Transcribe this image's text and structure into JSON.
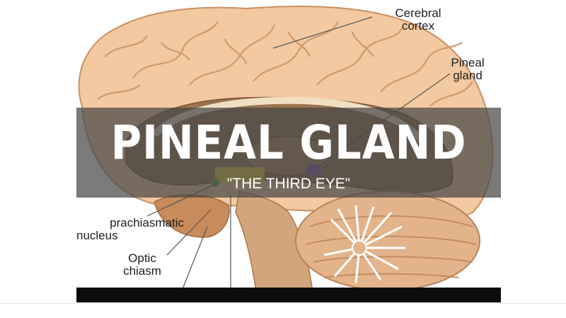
{
  "labels": {
    "cerebral_cortex": [
      "Cerebral",
      "cortex"
    ],
    "pineal_gland": [
      "Pineal",
      "gland"
    ],
    "suprachiasmatic_nucleus": [
      "prachiasmatic",
      "nucleus"
    ],
    "optic_chiasm": [
      "Optic",
      "chiasm"
    ]
  },
  "title": "PINEAL GLAND",
  "subtitle": "\"THE THIRD EYE\"",
  "colors": {
    "cortex": "#f2c9a0",
    "cortex_shadow": "#d9a277",
    "inner_brain": "#9c7350",
    "cerebellum": "#e3b48c",
    "brainstem": "#d3a57c",
    "highlight_yellow": "#f0d23a",
    "pineal_purple": "#8a5aa8",
    "band": "#464646"
  }
}
